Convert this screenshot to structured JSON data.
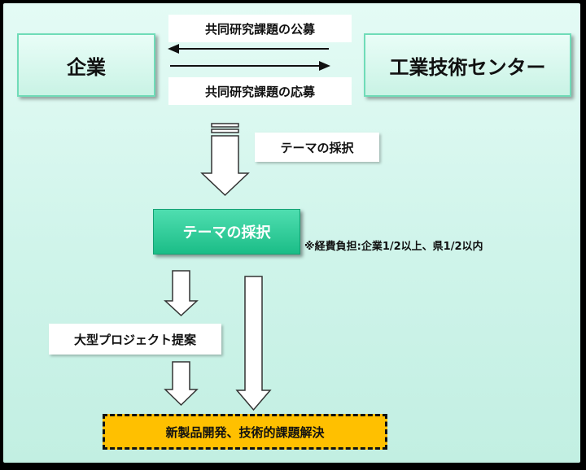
{
  "nodes": {
    "company": "企業",
    "center": "工業技術センター",
    "theme_box": "テーマの採択",
    "proposal": "大型プロジェクト提案",
    "result": "新製品開発、技術的課題解決"
  },
  "labels": {
    "offer": "共同研究課題の公募",
    "apply": "共同研究課題の応募",
    "theme_adopt": "テーマの採択",
    "cost_note": "※経費負担:企業1/2以上、県1/2以内"
  },
  "colors": {
    "canvas_bg": "#d2f5eb",
    "node_border": "#6fdcb8",
    "theme_fill": "#1bbd87",
    "result_fill": "#ffc000"
  }
}
